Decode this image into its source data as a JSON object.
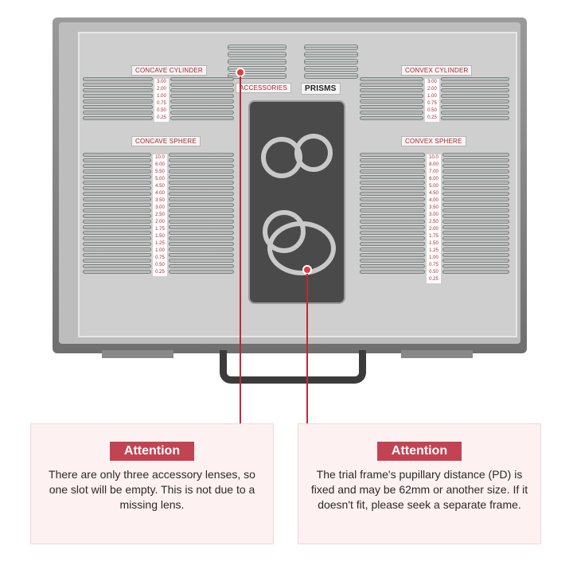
{
  "labels": {
    "concave_cylinder": "CONCAVE CYLINDER",
    "concave_sphere": "CONCAVE SPHERE",
    "convex_cylinder": "CONVEX CYLINDER",
    "convex_sphere": "CONVEX SPHERE",
    "accessories": "ACCESSORIES",
    "prisms": "PRISMS"
  },
  "values": {
    "concave_cylinder": [
      "3.00",
      "2.00",
      "1.00",
      "0.75",
      "0.50",
      "0.25"
    ],
    "convex_cylinder": [
      "3.00",
      "2.00",
      "1.00",
      "0.75",
      "0.50",
      "0.25"
    ],
    "concave_sphere": [
      "10.0",
      "6.00",
      "5.50",
      "5.00",
      "4.50",
      "4.00",
      "3.50",
      "3.00",
      "2.50",
      "2.00",
      "1.75",
      "1.50",
      "1.25",
      "1.00",
      "0.75",
      "0.50",
      "0.25"
    ],
    "convex_sphere": [
      "10.0",
      "8.00",
      "7.00",
      "6.00",
      "5.00",
      "4.50",
      "4.00",
      "3.50",
      "3.00",
      "2.50",
      "2.00",
      "1.75",
      "1.50",
      "1.25",
      "1.00",
      "0.75",
      "0.50",
      "0.25"
    ]
  },
  "notes": [
    {
      "title": "Attention",
      "text": "There are only three accessory lenses, so one slot will be empty. This is not due to a missing lens."
    },
    {
      "title": "Attention",
      "text": "The trial frame's pupillary distance (PD) is fixed and may be 62mm or another size. If it doesn't fit, please seek a separate frame."
    }
  ],
  "colors": {
    "accent": "#c24352",
    "card_bg": "#fdf1f1",
    "label_text": "#b0242c"
  }
}
